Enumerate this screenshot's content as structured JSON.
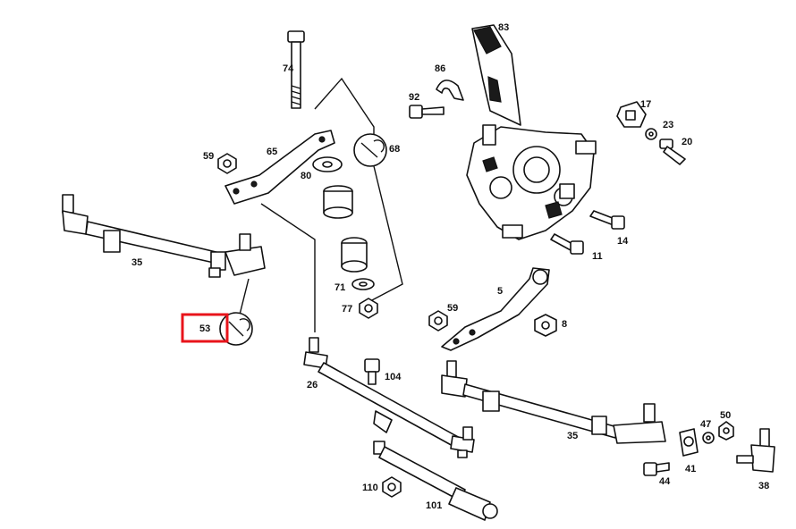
{
  "highlight": {
    "label": "53",
    "color": "#e8141b"
  },
  "labels": {
    "p83": "83",
    "p86": "86",
    "p92": "92",
    "p74": "74",
    "p17": "17",
    "p23": "23",
    "p20": "20",
    "p65": "65",
    "p68": "68",
    "p59a": "59",
    "p80": "80",
    "p14": "14",
    "p11": "11",
    "p35a": "35",
    "p71": "71",
    "p77": "77",
    "p5": "5",
    "p59b": "59",
    "p8": "8",
    "p53": "53",
    "p26": "26",
    "p104": "104",
    "p35b": "35",
    "p47": "47",
    "p50": "50",
    "p41": "41",
    "p44": "44",
    "p38": "38",
    "p110": "110",
    "p101": "101"
  }
}
